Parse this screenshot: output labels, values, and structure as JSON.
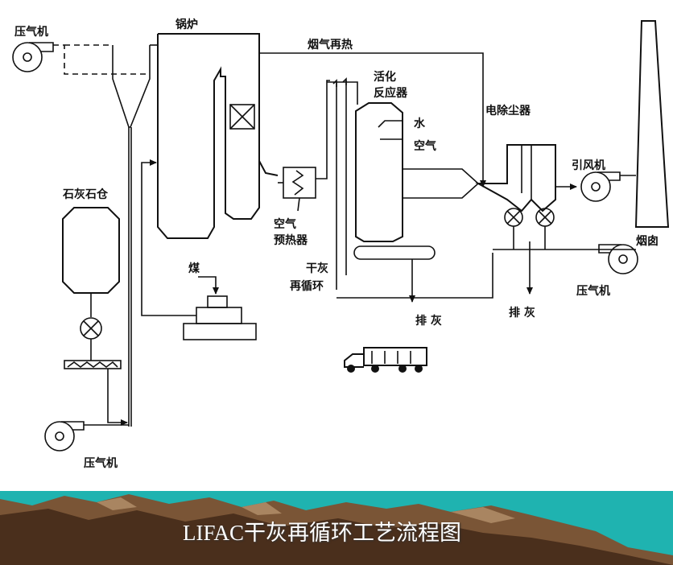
{
  "diagram": {
    "labels": {
      "compressor_top": "压气机",
      "boiler": "锅炉",
      "flue_reheat": "烟气再热",
      "activation_reactor_line1": "活化",
      "activation_reactor_line2": "反应器",
      "water": "水",
      "air": "空气",
      "electrostatic_precipitator": "电除尘器",
      "induced_fan": "引风机",
      "chimney": "烟囱",
      "limestone_silo": "石灰石仓",
      "coal": "煤",
      "air_preheater_line1": "空气",
      "air_preheater_line2": "预热器",
      "dry_ash_line1": "干灰",
      "dry_ash_line2": "再循环",
      "ash_discharge_center": "排 灰",
      "ash_discharge_right": "排 灰",
      "compressor_right": "压气机",
      "compressor_bottom": "压气机"
    }
  },
  "banner": {
    "title": "LIFAC干灰再循环工艺流程图",
    "colors": {
      "teal": "#1fb3b0",
      "mountain_dark": "#4a2f1c",
      "mountain_mid": "#7a5536",
      "mountain_light": "#a98561"
    }
  }
}
